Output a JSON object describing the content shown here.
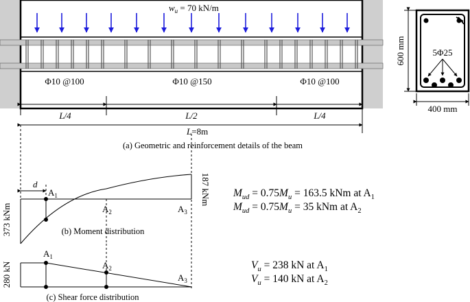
{
  "beam": {
    "load_symbol": "w",
    "load_sub": "u",
    "load_value": " = 70 kN/m",
    "stirrups_left": "Φ10 @100",
    "stirrups_mid": "Φ10 @150",
    "stirrups_right": "Φ10 @100",
    "seg_left": "L/4",
    "seg_mid": "L/2",
    "seg_right": "L/4",
    "span_symbol": "L",
    "span_value": "=8m",
    "caption": "(a) Geometric and reinforcement details of the beam"
  },
  "section": {
    "height_label": "600 mm",
    "width_label": "400 mm",
    "bars_label": "5Φ25"
  },
  "moment": {
    "d_label": "d",
    "a1": "A",
    "a1_sub": "1",
    "a2": "A",
    "a2_sub": "2",
    "a3": "A",
    "a3_sub": "3",
    "left_value": "373 kNm",
    "right_value": "187 kNm",
    "caption": "(b) Moment distribution"
  },
  "shear": {
    "a1": "A",
    "a1_sub": "1",
    "a2": "A",
    "a2_sub": "2",
    "a3": "A",
    "a3_sub": "3",
    "left_value": "280 kN",
    "caption": "(c) Shear force distribution"
  },
  "equations": {
    "m1_sym": "M",
    "m1_sub": "ud",
    "m1_mid": " = 0.75",
    "m1_sym2": "M",
    "m1_sub2": "u",
    "m1_tail": " = 163.5 kNm at A",
    "m1_pt": "1",
    "m2_sym": "M",
    "m2_sub": "ud",
    "m2_mid": " = 0.75",
    "m2_sym2": "M",
    "m2_sub2": "u",
    "m2_tail": " = 35 kNm at A",
    "m2_pt": "2",
    "v1_sym": "V",
    "v1_sub": "u",
    "v1_tail": " = 238 kN at A",
    "v1_pt": "1",
    "v2_sym": "V",
    "v2_sub": "u",
    "v2_tail": " = 140 kN at A",
    "v2_pt": "2"
  },
  "colors": {
    "load_arrows": "#1c1cdc",
    "support": "#cfcfcf",
    "bar": "#c8c8c8"
  }
}
